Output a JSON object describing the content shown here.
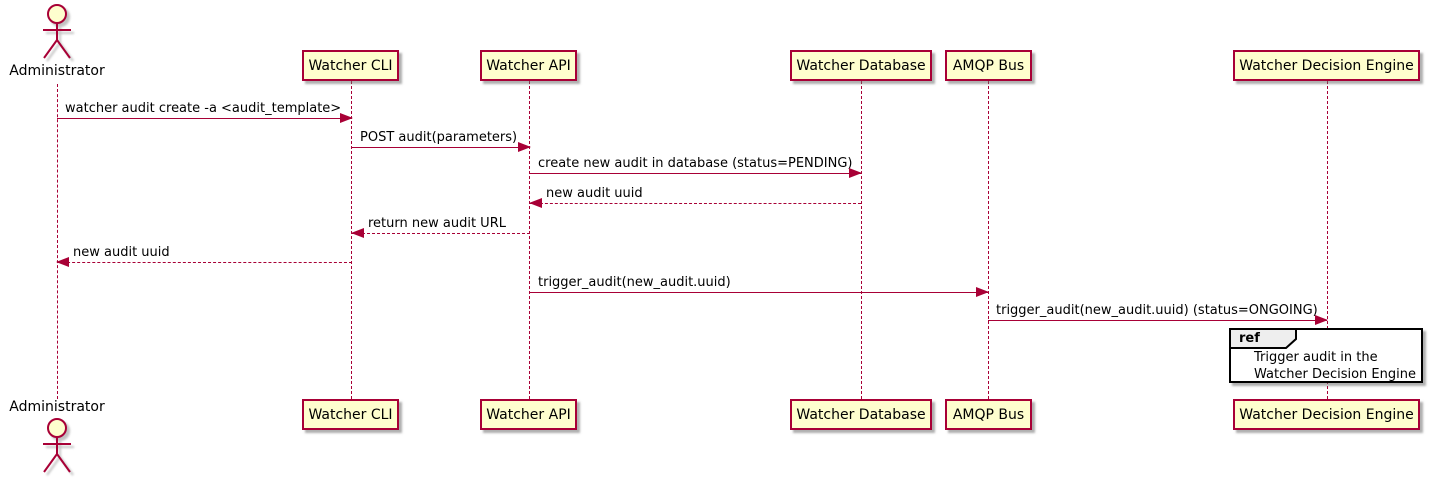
{
  "diagram": {
    "type": "uml-sequence",
    "actor": {
      "label": "Administrator"
    },
    "participants": [
      {
        "name": "Watcher CLI"
      },
      {
        "name": "Watcher API"
      },
      {
        "name": "Watcher Database"
      },
      {
        "name": "AMQP Bus"
      },
      {
        "name": "Watcher Decision Engine"
      }
    ],
    "messages": [
      {
        "text": "watcher audit create -a <audit_template>",
        "from": "Administrator",
        "to": "Watcher CLI",
        "line": "solid",
        "direction": "right"
      },
      {
        "text": "POST audit(parameters)",
        "from": "Watcher CLI",
        "to": "Watcher API",
        "line": "solid",
        "direction": "right"
      },
      {
        "text": "create new audit in database (status=PENDING)",
        "from": "Watcher API",
        "to": "Watcher Database",
        "line": "solid",
        "direction": "right"
      },
      {
        "text": "new audit uuid",
        "from": "Watcher Database",
        "to": "Watcher API",
        "line": "dashed",
        "direction": "left"
      },
      {
        "text": "return new audit URL",
        "from": "Watcher API",
        "to": "Watcher CLI",
        "line": "dashed",
        "direction": "left"
      },
      {
        "text": "new audit uuid",
        "from": "Watcher CLI",
        "to": "Administrator",
        "line": "dashed",
        "direction": "left"
      },
      {
        "text": "trigger_audit(new_audit.uuid)",
        "from": "Watcher API",
        "to": "AMQP Bus",
        "line": "solid",
        "direction": "right"
      },
      {
        "text": "trigger_audit(new_audit.uuid) (status=ONGOING)",
        "from": "AMQP Bus",
        "to": "Watcher Decision Engine",
        "line": "solid",
        "direction": "right"
      }
    ],
    "ref": {
      "keyword": "ref",
      "over": "Watcher Decision Engine",
      "line1": "Trigger audit in the",
      "line2": "Watcher Decision Engine"
    },
    "colors": {
      "participant_fill": "#FEFECE",
      "line_and_border": "#A80036",
      "ref_border": "#000000",
      "ref_tab_fill": "#EEEEEE",
      "text": "#000000",
      "background": "#FFFFFF"
    }
  }
}
